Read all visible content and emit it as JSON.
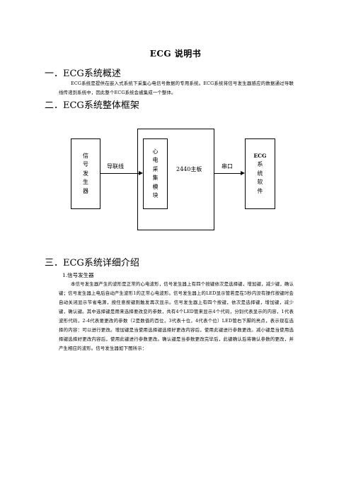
{
  "doc": {
    "title": "ECG 说明书",
    "section1": {
      "heading": "一．ECG系统概述",
      "text": "ECG系统是提供在嵌入式系统下采集心电信号数据的专用系统。ECG系统将信号发生器感应的数据通过导联线传递到系统中，因此整个ECG系统会被集成一个整体。"
    },
    "section2": {
      "heading": "二．ECG系统整体框架"
    },
    "diagram": {
      "signal_generator": [
        "信",
        "号",
        "发",
        "生",
        "器"
      ],
      "lead_wire": "导联线",
      "acquisition_module": [
        "心",
        "电",
        "采",
        "集",
        "模",
        "块"
      ],
      "mainboard": "2440主板",
      "serial_port": "串口",
      "ecg_software": [
        "ECG",
        "系",
        "统",
        "软",
        "件"
      ]
    },
    "section3": {
      "heading": "三．ECG系统详细介绍",
      "sub1": "1.信号发生器",
      "text": "本信号发生器产生的波形是正常的心电波形，信号发生器上有四个按键依次是选择键，增加键，减少键，确认键；信号发生器上电后自动产生波形1的正常心电波形。信号发生器上的LED显示管若是在5秒内没有操作按键时会自动关闭显示节省电源，按任意按键则触发再次显示。信号发生器上有四个按键，依次是选择键，增加键，减少键，确认键。其中选择键是用来选择要改变的参数，共有4个LED管来显示4个代码，分别代表显示的内容，1代表波形代码，2-4代表要更改的参数（2是数值的百位，3代表十位，4代表个位）LED管右下脚的亮点，表示现在选择的内容：可以进行更改。增加键是当使用选择键选择好更改内容后，使用此键进行参数更改。减小键是当使用选择键选择好更改内容后，使用此键进行参数更改。确认键是当参数更改完毕后，此键确认后将确认参数的更改，并产生相应的波形。信号发生器如下图所示："
    }
  }
}
